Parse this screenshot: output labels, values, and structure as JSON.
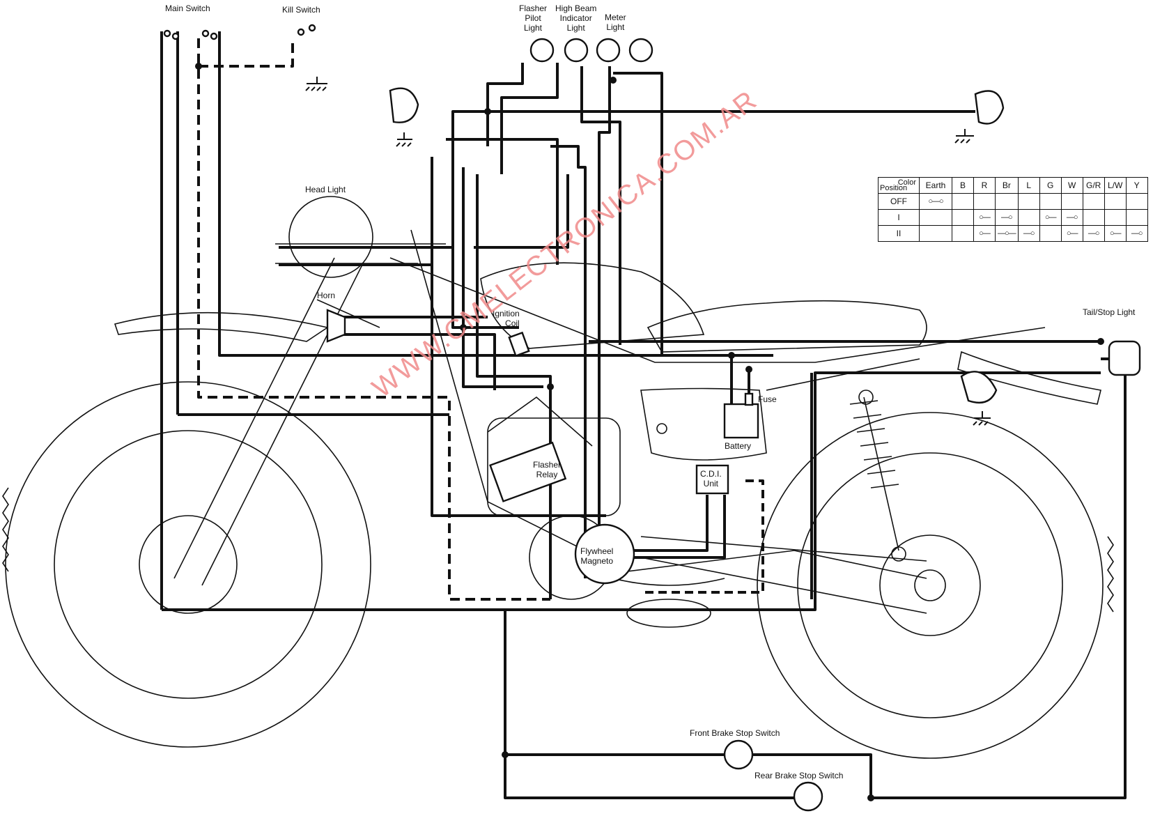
{
  "labels": {
    "main_switch": "Main Switch",
    "kill_switch": "Kill Switch",
    "flasher_pilot_light": "Flasher\nPilot\nLight",
    "high_beam_indicator_light": "High Beam\nIndicator\nLight",
    "meter_light": "Meter\nLight",
    "head_light": "Head Light",
    "horn": "Horn",
    "ignition_coil": "Ignition\nCoil",
    "tail_stop_light": "Tail/Stop Light",
    "fuse": "Fuse",
    "battery": "Battery",
    "cdi_unit": "C.D.I.\nUnit",
    "flasher_relay": "Flasher\nRelay",
    "flywheel_magneto": "Flywheel\nMagneto",
    "front_brake_stop_switch": "Front Brake Stop Switch",
    "rear_brake_stop_switch": "Rear Brake Stop Switch"
  },
  "switch_table": {
    "corner_top": "Color",
    "corner_bottom": "Position",
    "columns": [
      "Earth",
      "B",
      "R",
      "Br",
      "L",
      "G",
      "W",
      "G/R",
      "L/W",
      "Y"
    ],
    "rows": [
      {
        "position": "OFF",
        "cells": [
          "○—○",
          "",
          "",
          "",
          "",
          "",
          "",
          "",
          "",
          ""
        ]
      },
      {
        "position": "I",
        "cells": [
          "",
          "",
          "○—",
          "—○",
          "",
          "○—",
          "—○",
          "",
          "",
          ""
        ]
      },
      {
        "position": "II",
        "cells": [
          "",
          "",
          "○—",
          "—○—",
          "—○",
          "",
          "○—",
          "—○",
          "○—",
          "—○"
        ]
      }
    ]
  },
  "watermark": "WWW.CMELECTRONICA.COM.AR",
  "colors": {
    "line": "#111111",
    "watermark": "#f08a8a",
    "background": "#ffffff"
  }
}
